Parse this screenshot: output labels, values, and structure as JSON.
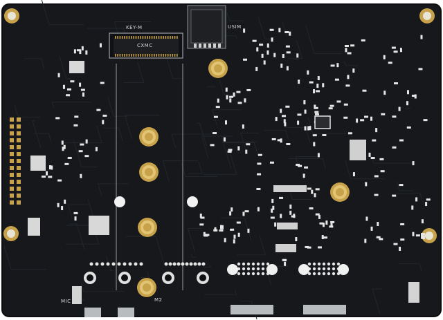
{
  "image": {
    "subject": "pcb-board-underside",
    "colors": {
      "board": "#16181b",
      "board_edge": "#0d0e10",
      "trace": "#202327",
      "gold": "#c8a24a",
      "gold_light": "#e2c574",
      "silver": "#cfd0d0",
      "component": "#e6e6e6",
      "connector": "#b9bcbf",
      "silkscreen": "#d9d9d9"
    }
  },
  "labels": {
    "key_m": "KEY-M",
    "usim": "USIM",
    "m2": "M2",
    "mic": "MIC",
    "slot_text": "CXMC"
  }
}
